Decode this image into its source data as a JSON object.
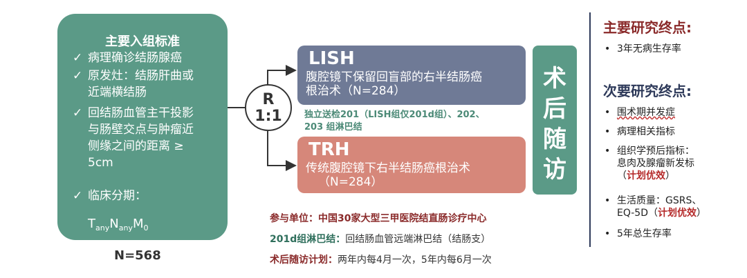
{
  "criteria": {
    "title": "主要入组标准",
    "check": "✓",
    "item1": "病理确诊结肠腺癌",
    "item2a": "原发灶：结肠肝曲或",
    "item2b": "近端横结肠",
    "item3a": "回结肠血管主干投影",
    "item3b": "与肠壁交点与肿瘤近",
    "item3c": "侧缘之间的距离 ≥",
    "item3d": "5cm",
    "item4": "临床分期：",
    "tnm_t": "T",
    "tnm_sub1": "any",
    "tnm_n": "N",
    "tnm_sub2": "any",
    "tnm_m": "M",
    "tnm_sub3": "0"
  },
  "n_total": "N=568",
  "randomization": {
    "r": "R",
    "ratio": "1:1"
  },
  "lish": {
    "name": "LISH",
    "desc_line1": "腹腔镜下保留回盲部的右半结肠癌",
    "desc_line2": "根治术（N=284）"
  },
  "lymph_note": {
    "line1": "独立送检201（LISH组仅201d组）、202、",
    "line2": "203 组淋巴结"
  },
  "trh": {
    "name": "TRH",
    "desc_line1": "传统腹腔镜下右半结肠癌根治术",
    "desc_line2": "（N=284）"
  },
  "followup": {
    "c1": "术",
    "c2": "后",
    "c3": "随",
    "c4": "访"
  },
  "notes": {
    "units_label": "参与单位：",
    "units_text": "中国30家大型三甲医院结直肠诊疗中心",
    "group201d_label": "201d组淋巴结：",
    "group201d_text": "回结肠血管远端淋巴结（结肠支）",
    "plan_label": "术后随访计划：",
    "plan_text": "两年内每4月一次，5年内每6月一次"
  },
  "primary": {
    "title": "主要研究终点:",
    "item1": "3年无病生存率"
  },
  "secondary": {
    "title": "次要研究终点:",
    "item1": "围术期并发症",
    "item2": "病理相关指标",
    "item3a": "组织学预后指标：",
    "item3b": "息肉及腺瘤新发标",
    "item3c_open": "（",
    "item3c_red": "计划优效",
    "item3c_close": "）",
    "item4a": "生活质量：GSRS、",
    "item4b": "EQ-5D（",
    "item4b_red": "计划优效",
    "item4b_close": "）",
    "item5": "5年总生存率"
  },
  "bullet": "•"
}
